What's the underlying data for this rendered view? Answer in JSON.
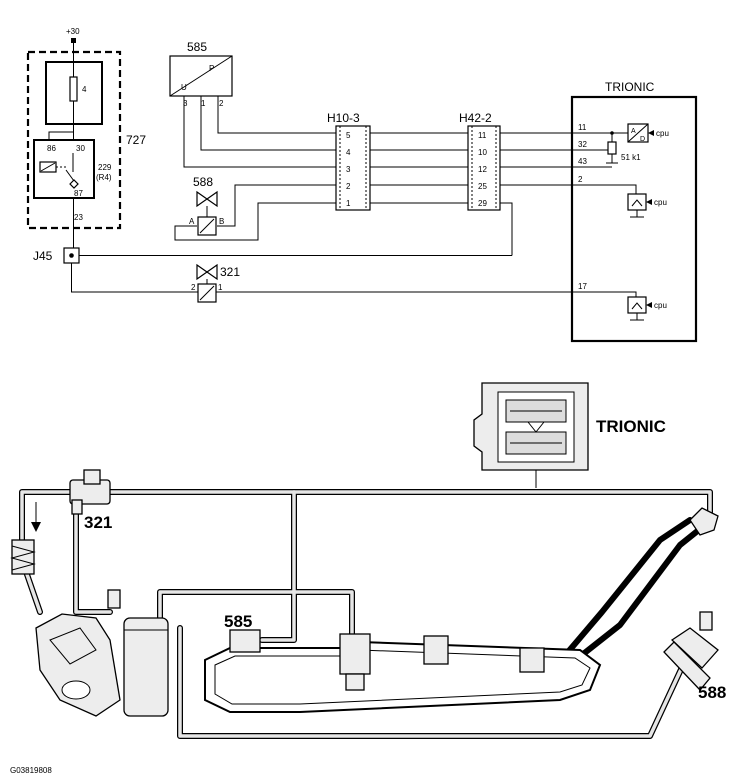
{
  "schematic": {
    "supply_label": "+30",
    "relay_module": {
      "id": "727",
      "fuse_label": "4",
      "relay_id": "229",
      "relay_sub": "(R4)",
      "pin_86": "86",
      "pin_30": "30",
      "pin_87": "87",
      "wire_23": "23"
    },
    "sensor_585": {
      "id": "585",
      "label_u": "U",
      "label_p": "P",
      "pins": [
        "3",
        "1",
        "2"
      ]
    },
    "valve_588": {
      "id": "588",
      "pin_a": "A",
      "pin_b": "B"
    },
    "valve_321": {
      "id": "321",
      "pin_2": "2",
      "pin_1": "1"
    },
    "junction": {
      "id": "J45"
    },
    "connector_h10": {
      "id": "H10-3",
      "pins": [
        "5",
        "4",
        "3",
        "2",
        "1"
      ]
    },
    "connector_h42": {
      "id": "H42-2",
      "pins": [
        "11",
        "10",
        "12",
        "25",
        "29"
      ]
    },
    "ecu": {
      "title": "TRIONIC",
      "pins": [
        "11",
        "32",
        "43",
        "2",
        "17"
      ],
      "resistor_label": "51 k1",
      "cpu_label": "cpu"
    }
  },
  "layout_diagram": {
    "ecu_label": "TRIONIC",
    "label_321": "321",
    "label_585": "585",
    "label_588": "588"
  },
  "figure_code": "G03819808"
}
